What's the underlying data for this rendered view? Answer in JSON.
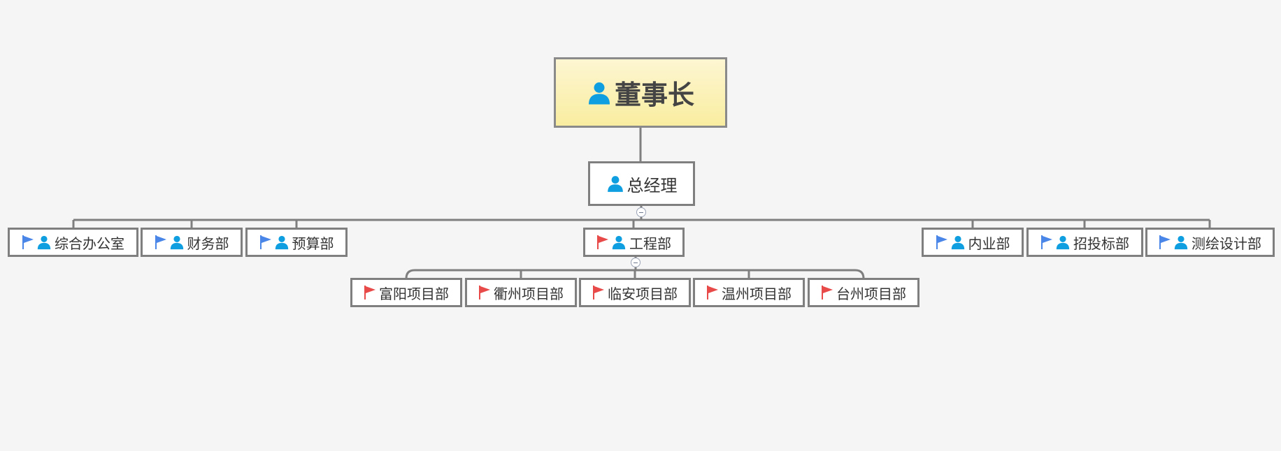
{
  "colors": {
    "background": "#f5f5f5",
    "connector": "#7f7f7f",
    "node_border": "#7f7f7f",
    "root_fill": "#faf0b0",
    "person_icon": "#0f9fe0",
    "flag_blue": "#4a86e8",
    "flag_red": "#e84a4a"
  },
  "org": {
    "root": {
      "label": "董事长",
      "icons": [
        "person-icon"
      ]
    },
    "gm": {
      "label": "总经理",
      "icons": [
        "person-icon"
      ]
    },
    "departments": [
      {
        "label": "综合办公室",
        "icons": [
          "flag-blue-icon",
          "person-icon"
        ]
      },
      {
        "label": "财务部",
        "icons": [
          "flag-blue-icon",
          "person-icon"
        ]
      },
      {
        "label": "预算部",
        "icons": [
          "flag-blue-icon",
          "person-icon"
        ]
      },
      {
        "label": "工程部",
        "icons": [
          "flag-red-icon",
          "person-icon"
        ]
      },
      {
        "label": "内业部",
        "icons": [
          "flag-blue-icon",
          "person-icon"
        ]
      },
      {
        "label": "招投标部",
        "icons": [
          "flag-blue-icon",
          "person-icon"
        ]
      },
      {
        "label": "测绘设计部",
        "icons": [
          "flag-blue-icon",
          "person-icon"
        ]
      }
    ],
    "projects": [
      {
        "label": "富阳项目部",
        "icons": [
          "flag-red-icon"
        ]
      },
      {
        "label": "衢州项目部",
        "icons": [
          "flag-red-icon"
        ]
      },
      {
        "label": "临安项目部",
        "icons": [
          "flag-red-icon"
        ]
      },
      {
        "label": "温州项目部",
        "icons": [
          "flag-red-icon"
        ]
      },
      {
        "label": "台州项目部",
        "icons": [
          "flag-red-icon"
        ]
      }
    ]
  }
}
